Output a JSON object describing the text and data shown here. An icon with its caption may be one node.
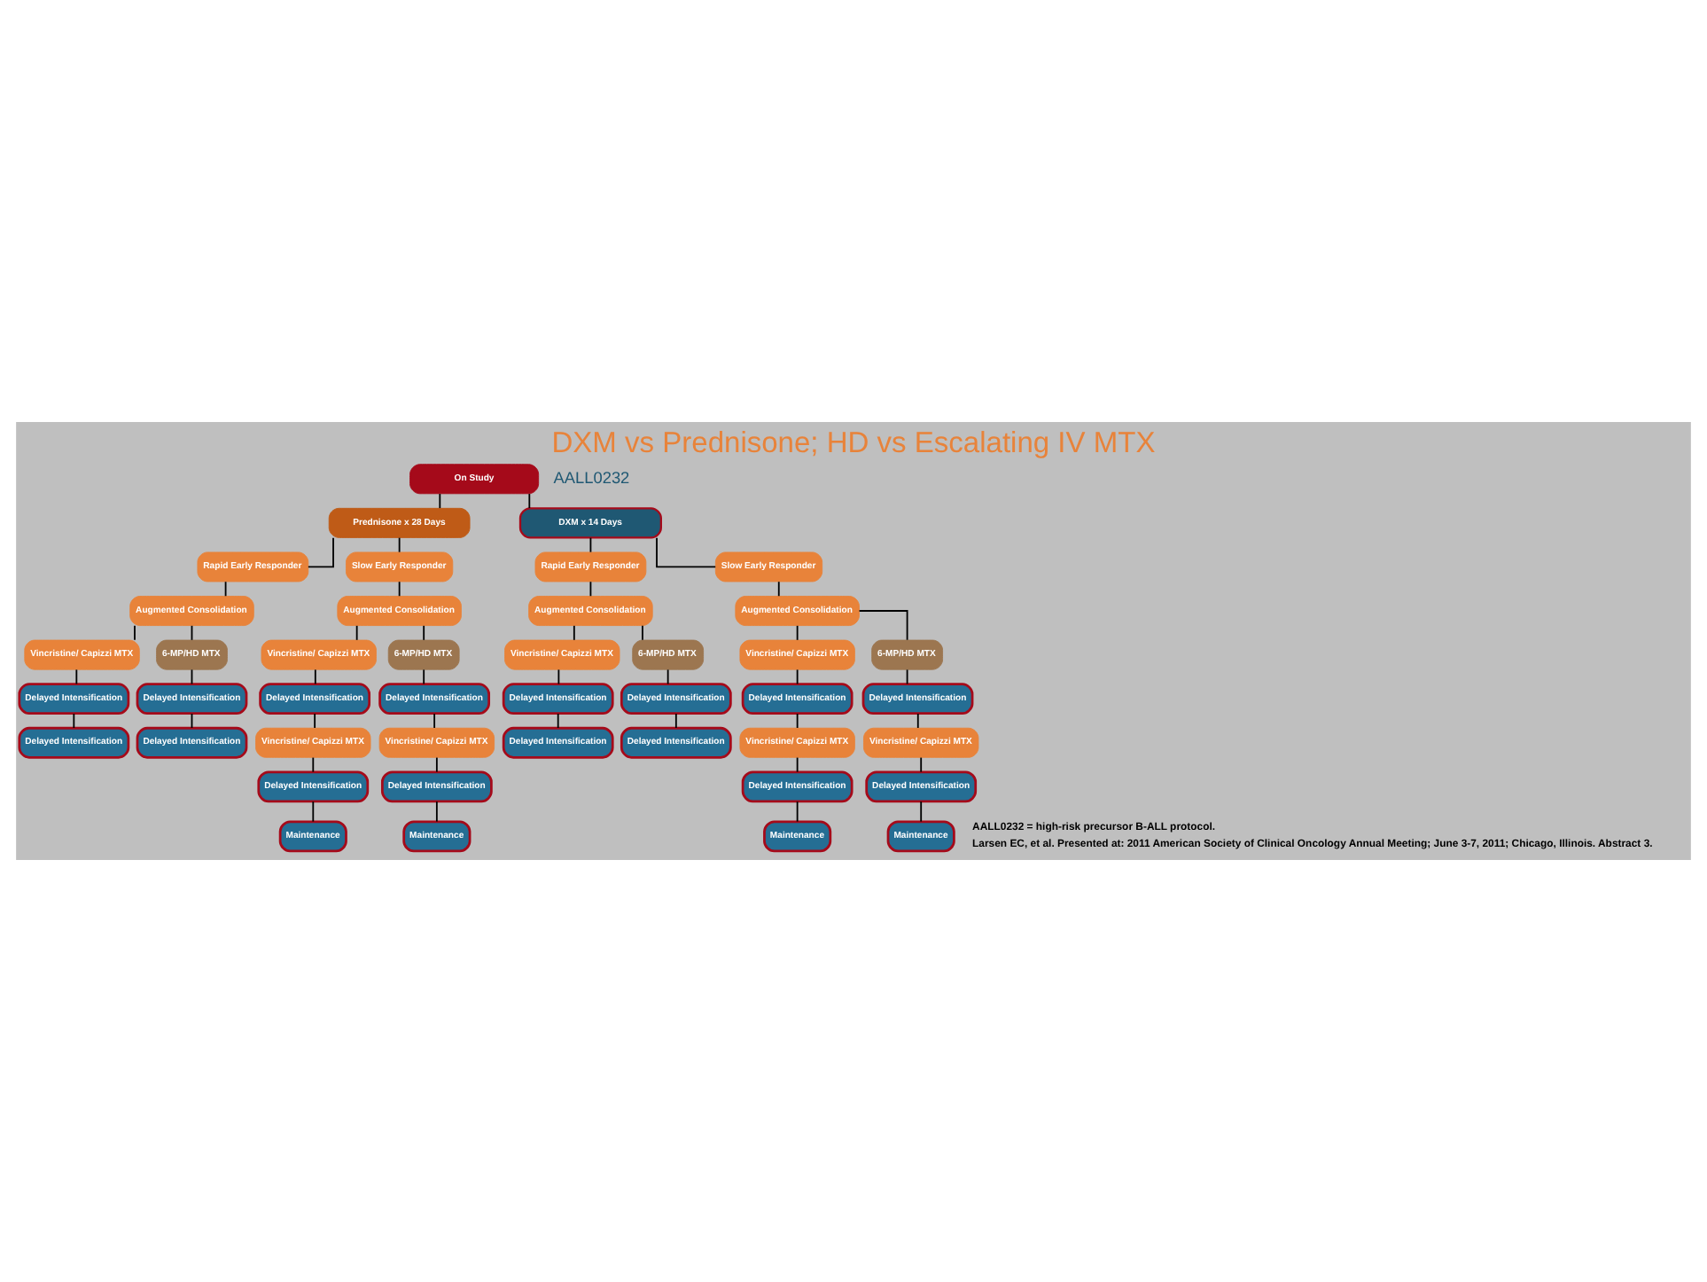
{
  "diagram": {
    "title": "DXM vs Prednisone; HD vs Escalating IV MTX",
    "nodes": [
      {
        "text": [
          "On Study"
        ]
      },
      {
        "text": [
          "Prednisone x 28 Days"
        ]
      },
      {
        "text": [
          "DXM x 14 Days"
        ]
      },
      {
        "text": [
          "Rapid Early Responder"
        ]
      },
      {
        "text": [
          "Slow Early Responder"
        ]
      },
      {
        "text": [
          "Augmented Consolidation"
        ]
      },
      {
        "text": [
          "Augmented Consolidation"
        ]
      },
      {
        "text": [
          "Vincristine/ Capizzi MTX"
        ]
      },
      {
        "text": [
          "6-MP/HD MTX"
        ]
      },
      {
        "text": [
          "Vincristine/ Capizzi MTX"
        ]
      },
      {
        "text": [
          "6-MP/HD MTX"
        ]
      },
      {
        "text": [
          "Delayed Intensification"
        ]
      },
      {
        "text": [
          "Delayed Intensification"
        ]
      },
      {
        "text": [
          "Delayed Intensification"
        ]
      },
      {
        "text": [
          "Delayed Intensification"
        ]
      },
      {
        "text": [
          "Delayed Intensification"
        ]
      },
      {
        "text": [
          "Delayed Intensification"
        ]
      },
      {
        "text": [
          "Vincristine/ Capizzi MTX"
        ]
      },
      {
        "text": [
          "Vincristine/ Capizzi MTX"
        ]
      },
      {
        "text": [
          "Delayed Intensification"
        ]
      },
      {
        "text": [
          "Delayed Intensification"
        ]
      },
      {
        "text": [
          "Maintenance"
        ]
      },
      {
        "text": [
          "Maintenance"
        ]
      },
      {
        "text": [
          "Rapid Early Responder"
        ]
      },
      {
        "text": [
          "Slow Early Responder"
        ]
      },
      {
        "text": [
          "Augmented Consolidation"
        ]
      },
      {
        "text": [
          "Augmented Consolidation"
        ]
      },
      {
        "text": [
          "Vincristine/ Capizzi MTX"
        ]
      },
      {
        "text": [
          "6-MP/HD MTX"
        ]
      },
      {
        "text": [
          "Vincristine/ Capizzi MTX"
        ]
      },
      {
        "text": [
          "6-MP/HD MTX"
        ]
      },
      {
        "text": [
          "Delayed Intensification"
        ]
      },
      {
        "text": [
          "Delayed Intensification"
        ]
      },
      {
        "text": [
          "Delayed Intensification"
        ]
      },
      {
        "text": [
          "Delayed Intensification"
        ]
      },
      {
        "text": [
          "Delayed Intensification"
        ]
      },
      {
        "text": [
          "Delayed Intensification"
        ]
      },
      {
        "text": [
          "Vincristine/ Capizzi MTX"
        ]
      },
      {
        "text": [
          "Vincristine/ Capizzi MTX"
        ]
      },
      {
        "text": [
          "Delayed Intensification"
        ]
      },
      {
        "text": [
          "Delayed Intensification"
        ]
      },
      {
        "text": [
          "Maintenance"
        ]
      },
      {
        "text": [
          "Maintenance"
        ]
      }
    ],
    "edges": [
      {
        "from": 0,
        "to": 1,
        "arrow": "none"
      },
      {
        "from": 0,
        "to": 2,
        "arrow": "none"
      },
      {
        "from": 1,
        "to": 3,
        "arrow": "none"
      },
      {
        "from": 1,
        "to": 4,
        "arrow": "none"
      },
      {
        "from": 3,
        "to": 5,
        "arrow": "none"
      },
      {
        "from": 4,
        "to": 6,
        "arrow": "none"
      },
      {
        "from": 5,
        "to": 7,
        "arrow": "none"
      },
      {
        "from": 5,
        "to": 8,
        "arrow": "none"
      },
      {
        "from": 6,
        "to": 9,
        "arrow": "none"
      },
      {
        "from": 6,
        "to": 10,
        "arrow": "none"
      },
      {
        "from": 7,
        "to": 11,
        "arrow": "none"
      },
      {
        "from": 8,
        "to": 12,
        "arrow": "none"
      },
      {
        "from": 9,
        "to": 13,
        "arrow": "none"
      },
      {
        "from": 10,
        "to": 14,
        "arrow": "none"
      },
      {
        "from": 11,
        "to": 15,
        "arrow": "none"
      },
      {
        "from": 12,
        "to": 16,
        "arrow": "none"
      },
      {
        "from": 13,
        "to": 17,
        "arrow": "none"
      },
      {
        "from": 14,
        "to": 18,
        "arrow": "none"
      },
      {
        "from": 17,
        "to": 19,
        "arrow": "none"
      },
      {
        "from": 18,
        "to": 20,
        "arrow": "none"
      },
      {
        "from": 19,
        "to": 21,
        "arrow": "none"
      },
      {
        "from": 20,
        "to": 22,
        "arrow": "none"
      },
      {
        "from": 2,
        "to": 23,
        "arrow": "none"
      },
      {
        "from": 2,
        "to": 24,
        "arrow": "none"
      },
      {
        "from": 23,
        "to": 25,
        "arrow": "none"
      },
      {
        "from": 24,
        "to": 26,
        "arrow": "none"
      },
      {
        "from": 25,
        "to": 27,
        "arrow": "none"
      },
      {
        "from": 25,
        "to": 28,
        "arrow": "none"
      },
      {
        "from": 26,
        "to": 29,
        "arrow": "none"
      },
      {
        "from": 26,
        "to": 30,
        "arrow": "none"
      },
      {
        "from": 27,
        "to": 31,
        "arrow": "none"
      },
      {
        "from": 28,
        "to": 32,
        "arrow": "none"
      },
      {
        "from": 29,
        "to": 33,
        "arrow": "none"
      },
      {
        "from": 30,
        "to": 34,
        "arrow": "none"
      },
      {
        "from": 31,
        "to": 35,
        "arrow": "none"
      },
      {
        "from": 32,
        "to": 36,
        "arrow": "none"
      },
      {
        "from": 33,
        "to": 37,
        "arrow": "none"
      },
      {
        "from": 34,
        "to": 38,
        "arrow": "none"
      },
      {
        "from": 37,
        "to": 39,
        "arrow": "none"
      },
      {
        "from": 38,
        "to": 40,
        "arrow": "none"
      },
      {
        "from": 39,
        "to": 41,
        "arrow": "none"
      },
      {
        "from": 40,
        "to": 42,
        "arrow": "none"
      }
    ],
    "labels": [
      "AALL0232",
      "AALL0232 = high-risk precursor B-ALL protocol.",
      "Larsen EC, et al. Presented at: 2011 American Society of Clinical Oncology Annual Meeting; June 3-7, 2011; Chicago, Illinois. Abstract 3."
    ]
  }
}
